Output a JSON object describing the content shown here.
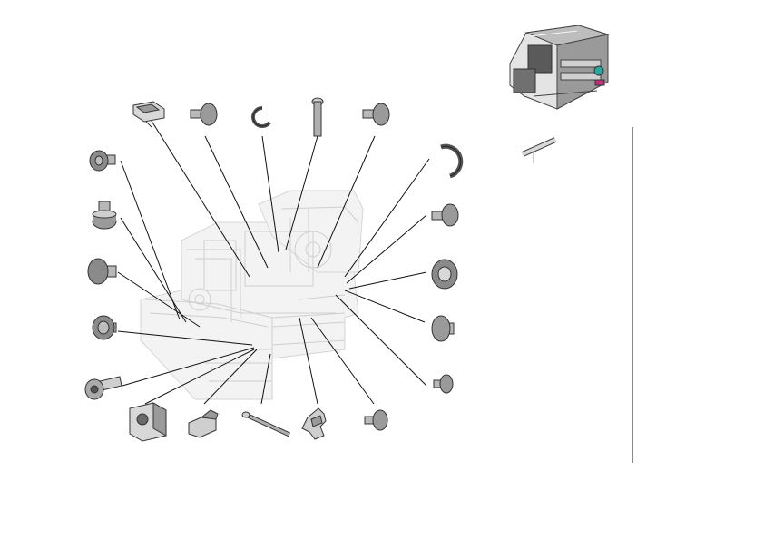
{
  "figure": {
    "type": "exploded-parts-diagram",
    "background": "#ffffff",
    "colors": {
      "part_dark": "#5a5a5a",
      "part_mid": "#9a9a9a",
      "part_light": "#d8d8d8",
      "ghost_assembly": "#e6e6e6",
      "leader_line": "#111111",
      "accent_teal": "#2aa8a0",
      "accent_magenta": "#c0307a"
    },
    "parts": [
      {
        "name": "clip-bracket-top",
        "icon": "clip-bracket-icon"
      },
      {
        "name": "screw-top-1",
        "icon": "screw-icon"
      },
      {
        "name": "e-ring-top",
        "icon": "e-ring-icon"
      },
      {
        "name": "pin-vertical",
        "icon": "pin-icon"
      },
      {
        "name": "screw-top-2",
        "icon": "screw-icon"
      },
      {
        "name": "e-ring-right",
        "icon": "e-ring-icon"
      },
      {
        "name": "screw-right-1",
        "icon": "screw-icon"
      },
      {
        "name": "bushing-right",
        "icon": "bushing-icon"
      },
      {
        "name": "flange-washer-right",
        "icon": "washer-icon"
      },
      {
        "name": "small-screw-right",
        "icon": "screw-icon"
      },
      {
        "name": "screw-bottom-right",
        "icon": "screw-icon"
      },
      {
        "name": "latch-lever",
        "icon": "lever-icon"
      },
      {
        "name": "long-pin",
        "icon": "pin-icon"
      },
      {
        "name": "spring-clip",
        "icon": "clip-icon"
      },
      {
        "name": "bracket-block",
        "icon": "bracket-icon"
      },
      {
        "name": "socket-screw-left",
        "icon": "socket-screw-icon"
      },
      {
        "name": "flange-screw-left",
        "icon": "screw-icon"
      },
      {
        "name": "shoulder-screw-left",
        "icon": "screw-icon"
      },
      {
        "name": "stepped-stud-left",
        "icon": "stud-icon"
      },
      {
        "name": "collar-screw-left",
        "icon": "screw-icon"
      }
    ],
    "inset": {
      "name": "assembly-overview",
      "icon": "mechanism-assembly-icon"
    },
    "side_part": {
      "name": "rod-part",
      "icon": "rod-icon"
    }
  }
}
